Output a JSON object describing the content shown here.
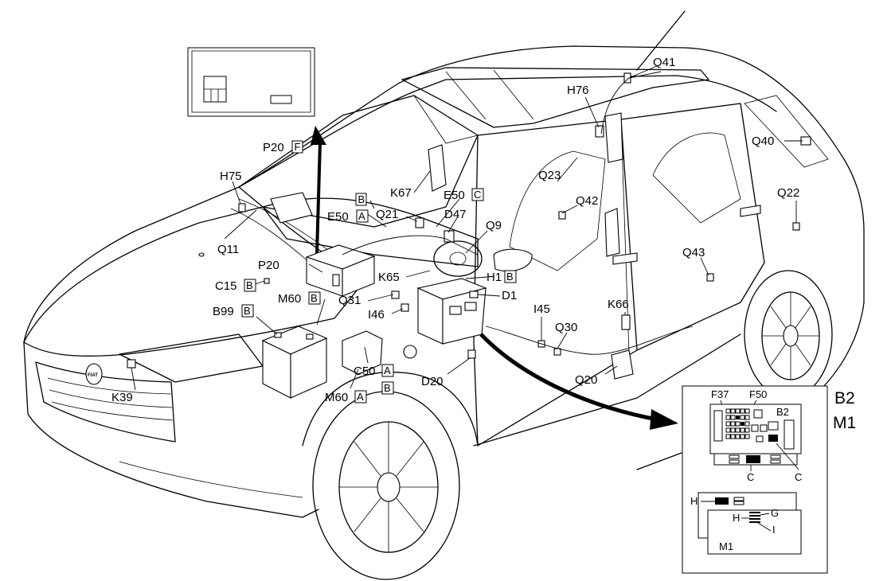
{
  "labels": {
    "q41": "Q41",
    "h76": "H76",
    "q40": "Q40",
    "q23": "Q23",
    "q22": "Q22",
    "q42": "Q42",
    "p20f": "P20",
    "p20f_letter": "F",
    "h75": "H75",
    "b_top": "B",
    "k67": "K67",
    "e50c": "E50",
    "e50c_letter": "C",
    "e50a": "E50",
    "e50a_letter": "A",
    "q21": "Q21",
    "d47": "D47",
    "q9": "Q9",
    "q11": "Q11",
    "p20": "P20",
    "q43": "Q43",
    "k65": "K65",
    "h1b": "H1",
    "h1b_letter": "B",
    "c15b": "C15",
    "c15b_letter": "B",
    "m60b": "M60",
    "m60b_letter": "B",
    "q31": "Q31",
    "d1": "D1",
    "b99b": "B99",
    "b99b_letter": "B",
    "i46": "I46",
    "i45": "I45",
    "k66": "K66",
    "q30": "Q30",
    "c50a": "C50",
    "c50a_letter": "A",
    "d20": "D20",
    "b_low": "B",
    "m60a": "M60",
    "m60a_letter": "A",
    "k39": "K39",
    "q20": "Q20"
  },
  "inset": {
    "title_line1": "B2",
    "title_line2": "M1",
    "f37": "F37",
    "f50": "F50",
    "b2": "B2",
    "c_left": "C",
    "c_right": "C",
    "h_top": "H",
    "h_mid": "H",
    "g": "G",
    "i": "I",
    "m1": "M1"
  },
  "badge_text": "FIAT"
}
